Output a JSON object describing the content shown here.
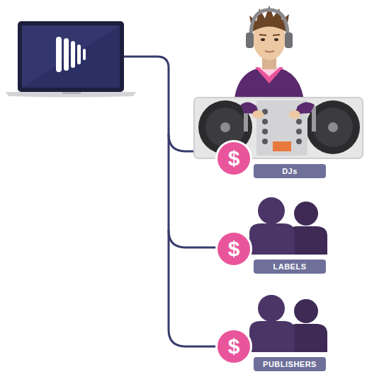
{
  "diagram": {
    "nodes": [
      {
        "text": [
          "$"
        ]
      },
      {
        "text": [
          "DJs"
        ]
      },
      {
        "text": [
          "$"
        ]
      },
      {
        "text": [
          "LABELS"
        ]
      },
      {
        "text": [
          "$"
        ]
      },
      {
        "text": [
          "PUBLISHERS"
        ]
      }
    ]
  }
}
